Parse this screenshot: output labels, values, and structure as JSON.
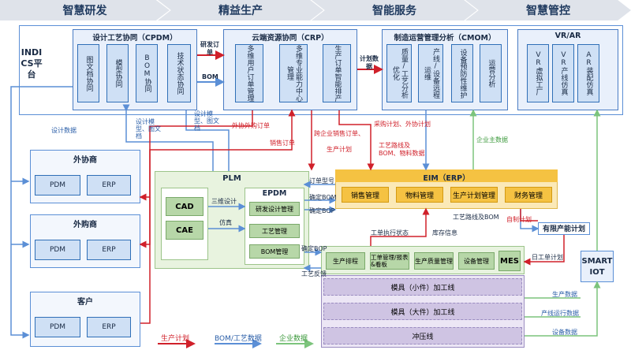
{
  "stages": [
    "智慧研发",
    "精益生产",
    "智能服务",
    "智慧管控"
  ],
  "platform": "INDICS平台",
  "cpdm": {
    "title": "设计工艺协同（CPDM）",
    "items": [
      "图文档协同",
      "模型协同",
      "BOM协同",
      "技术状态协同"
    ]
  },
  "crp": {
    "title": "云端资源协同（CRP）",
    "items": [
      "多维用户订单管理",
      "多维专业能力中心管理",
      "生产订单智能排产"
    ]
  },
  "cmom": {
    "title": "制造运营管理分析（CMOM）",
    "items": [
      "质量/工艺分析优化",
      "产线/设备远程运维",
      "设备预防性维护",
      "运营分析"
    ]
  },
  "vrar": {
    "title": "VR/AR",
    "items": [
      "VR虚拟工厂",
      "VR产线仿真",
      "AR装配仿真"
    ]
  },
  "partners": [
    {
      "title": "外协商",
      "items": [
        "PDM",
        "ERP"
      ]
    },
    {
      "title": "外购商",
      "items": [
        "PDM",
        "ERP"
      ]
    },
    {
      "title": "客户",
      "items": [
        "PDM",
        "ERP"
      ]
    }
  ],
  "plm": {
    "title": "PLM",
    "tools": [
      "CAD",
      "CAE"
    ],
    "epdm_title": "EPDM",
    "epdm_items": [
      "研发设计管理",
      "工艺管理",
      "BOM管理"
    ]
  },
  "eim": {
    "title": "EIM（ERP）",
    "items": [
      "销售管理",
      "物料管理",
      "生产计划管理",
      "财务管理"
    ]
  },
  "finite_plan": "有限产能计划",
  "smart_iot": "SMART IOT",
  "mes": {
    "title": "MES",
    "items": [
      "生产排程",
      "工单管理/报表&看板",
      "生产质量管理",
      "设备管理"
    ]
  },
  "lines": [
    "模具（小件）加工线",
    "模具（大件）加工线",
    "冲压线"
  ],
  "labels": {
    "dev_order": "研发订单",
    "bom": "BOM",
    "plan_data": "计划数据",
    "design_data": "设计数据",
    "design_model": "设计模型、图文档",
    "design_model2": "设计模型、图文档",
    "outsource_order": "外协外购订单",
    "sales_order": "销售订单",
    "cross_sales": "跨企业销售订单、",
    "prod_plan": "生产计划",
    "purchase_plan": "采购计划、外协计划",
    "route_bom": "工艺路线及BOM、物料数据",
    "enterprise_master": "企业主数据",
    "three_d": "三维设计",
    "sim": "仿真",
    "order_type": "订单型号",
    "confirm_bom": "确定BOM",
    "confirm_bop": "确定BOP",
    "route_bom2": "工艺路线及BOM",
    "self_plan": "自制计划",
    "wo_status": "工单执行状态",
    "stock_info": "库存信息",
    "confirm_bop2": "确定BOP",
    "feedback": "工艺反馈",
    "daily_plan": "日工单计划",
    "prod_data": "生产数据",
    "line_status": "产线运行数据",
    "equip_data": "设备数据"
  },
  "legend": [
    "生产计划",
    "BOM/工艺数据",
    "企业数据"
  ],
  "colors": {
    "red": "#d0202a",
    "blue": "#5b8fd6",
    "green": "#7cc47c"
  }
}
